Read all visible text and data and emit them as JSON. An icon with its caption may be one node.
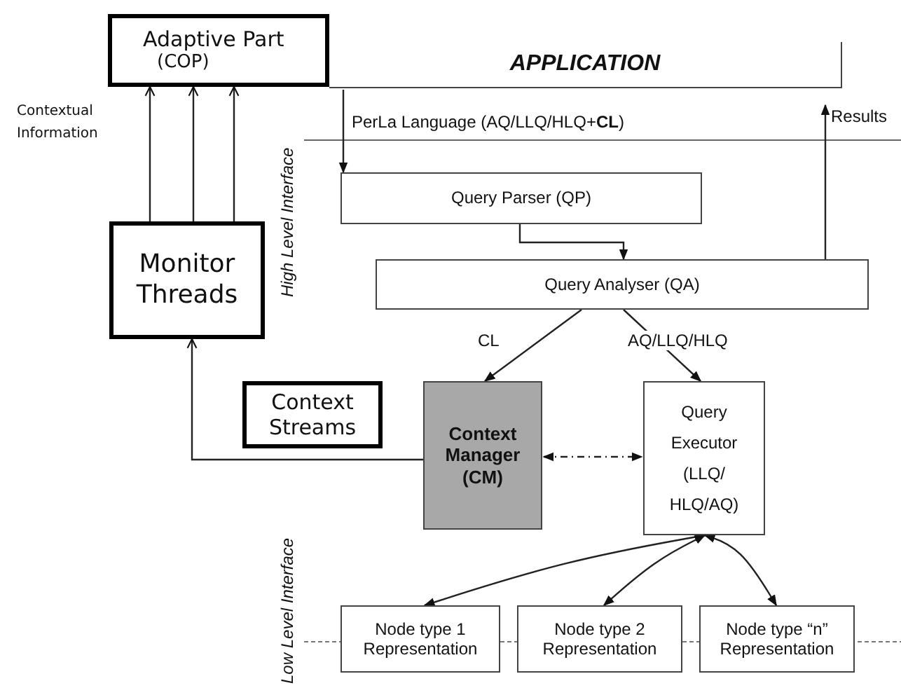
{
  "diagram": {
    "nodes": [
      {
        "text": [
          "Adaptive Part",
          "(COP)"
        ]
      },
      {
        "text": [
          "APPLICATION"
        ]
      },
      {
        "text": [
          "Monitor Threads"
        ]
      },
      {
        "text": [
          "Query Parser (QP)"
        ]
      },
      {
        "text": [
          "Query Analyser (QA)"
        ]
      },
      {
        "text": [
          "Context Streams"
        ]
      },
      {
        "text": [
          "Context Manager (CM)"
        ]
      },
      {
        "text": [
          "Query Executor (LLQ/ HLQ/AQ)"
        ]
      },
      {
        "text": [
          "Node type 1 Representation"
        ]
      },
      {
        "text": [
          "Node type 2 Representation"
        ]
      },
      {
        "text": [
          "Node type “n” Representation"
        ]
      }
    ],
    "edges": [
      {
        "from": 2,
        "to": 0,
        "arrow": "to"
      },
      {
        "from": 2,
        "to": 0,
        "arrow": "to"
      },
      {
        "from": 2,
        "to": 0,
        "arrow": "to"
      },
      {
        "from": 1,
        "to": 3,
        "arrow": "to",
        "label": "PerLa Language (AQ/LLQ/HLQ+**CL**)"
      },
      {
        "from": 3,
        "to": 4,
        "arrow": "to"
      },
      {
        "from": 4,
        "to": 1,
        "arrow": "to",
        "label": "Results"
      },
      {
        "from": 4,
        "to": 6,
        "arrow": "to",
        "label": "CL"
      },
      {
        "from": 4,
        "to": 7,
        "arrow": "to",
        "label": "AQ/LLQ/HLQ"
      },
      {
        "from": 6,
        "to": 2,
        "arrow": "to"
      },
      {
        "from": 6,
        "to": 7,
        "arrow": "both",
        "style": "dashed"
      },
      {
        "from": 7,
        "to": 8,
        "arrow": "both"
      },
      {
        "from": 7,
        "to": 9,
        "arrow": "both"
      },
      {
        "from": 7,
        "to": 10,
        "arrow": "both"
      }
    ],
    "labels": [
      "Contextual Information",
      "High Level Interface",
      "Low Level Interface"
    ]
  }
}
